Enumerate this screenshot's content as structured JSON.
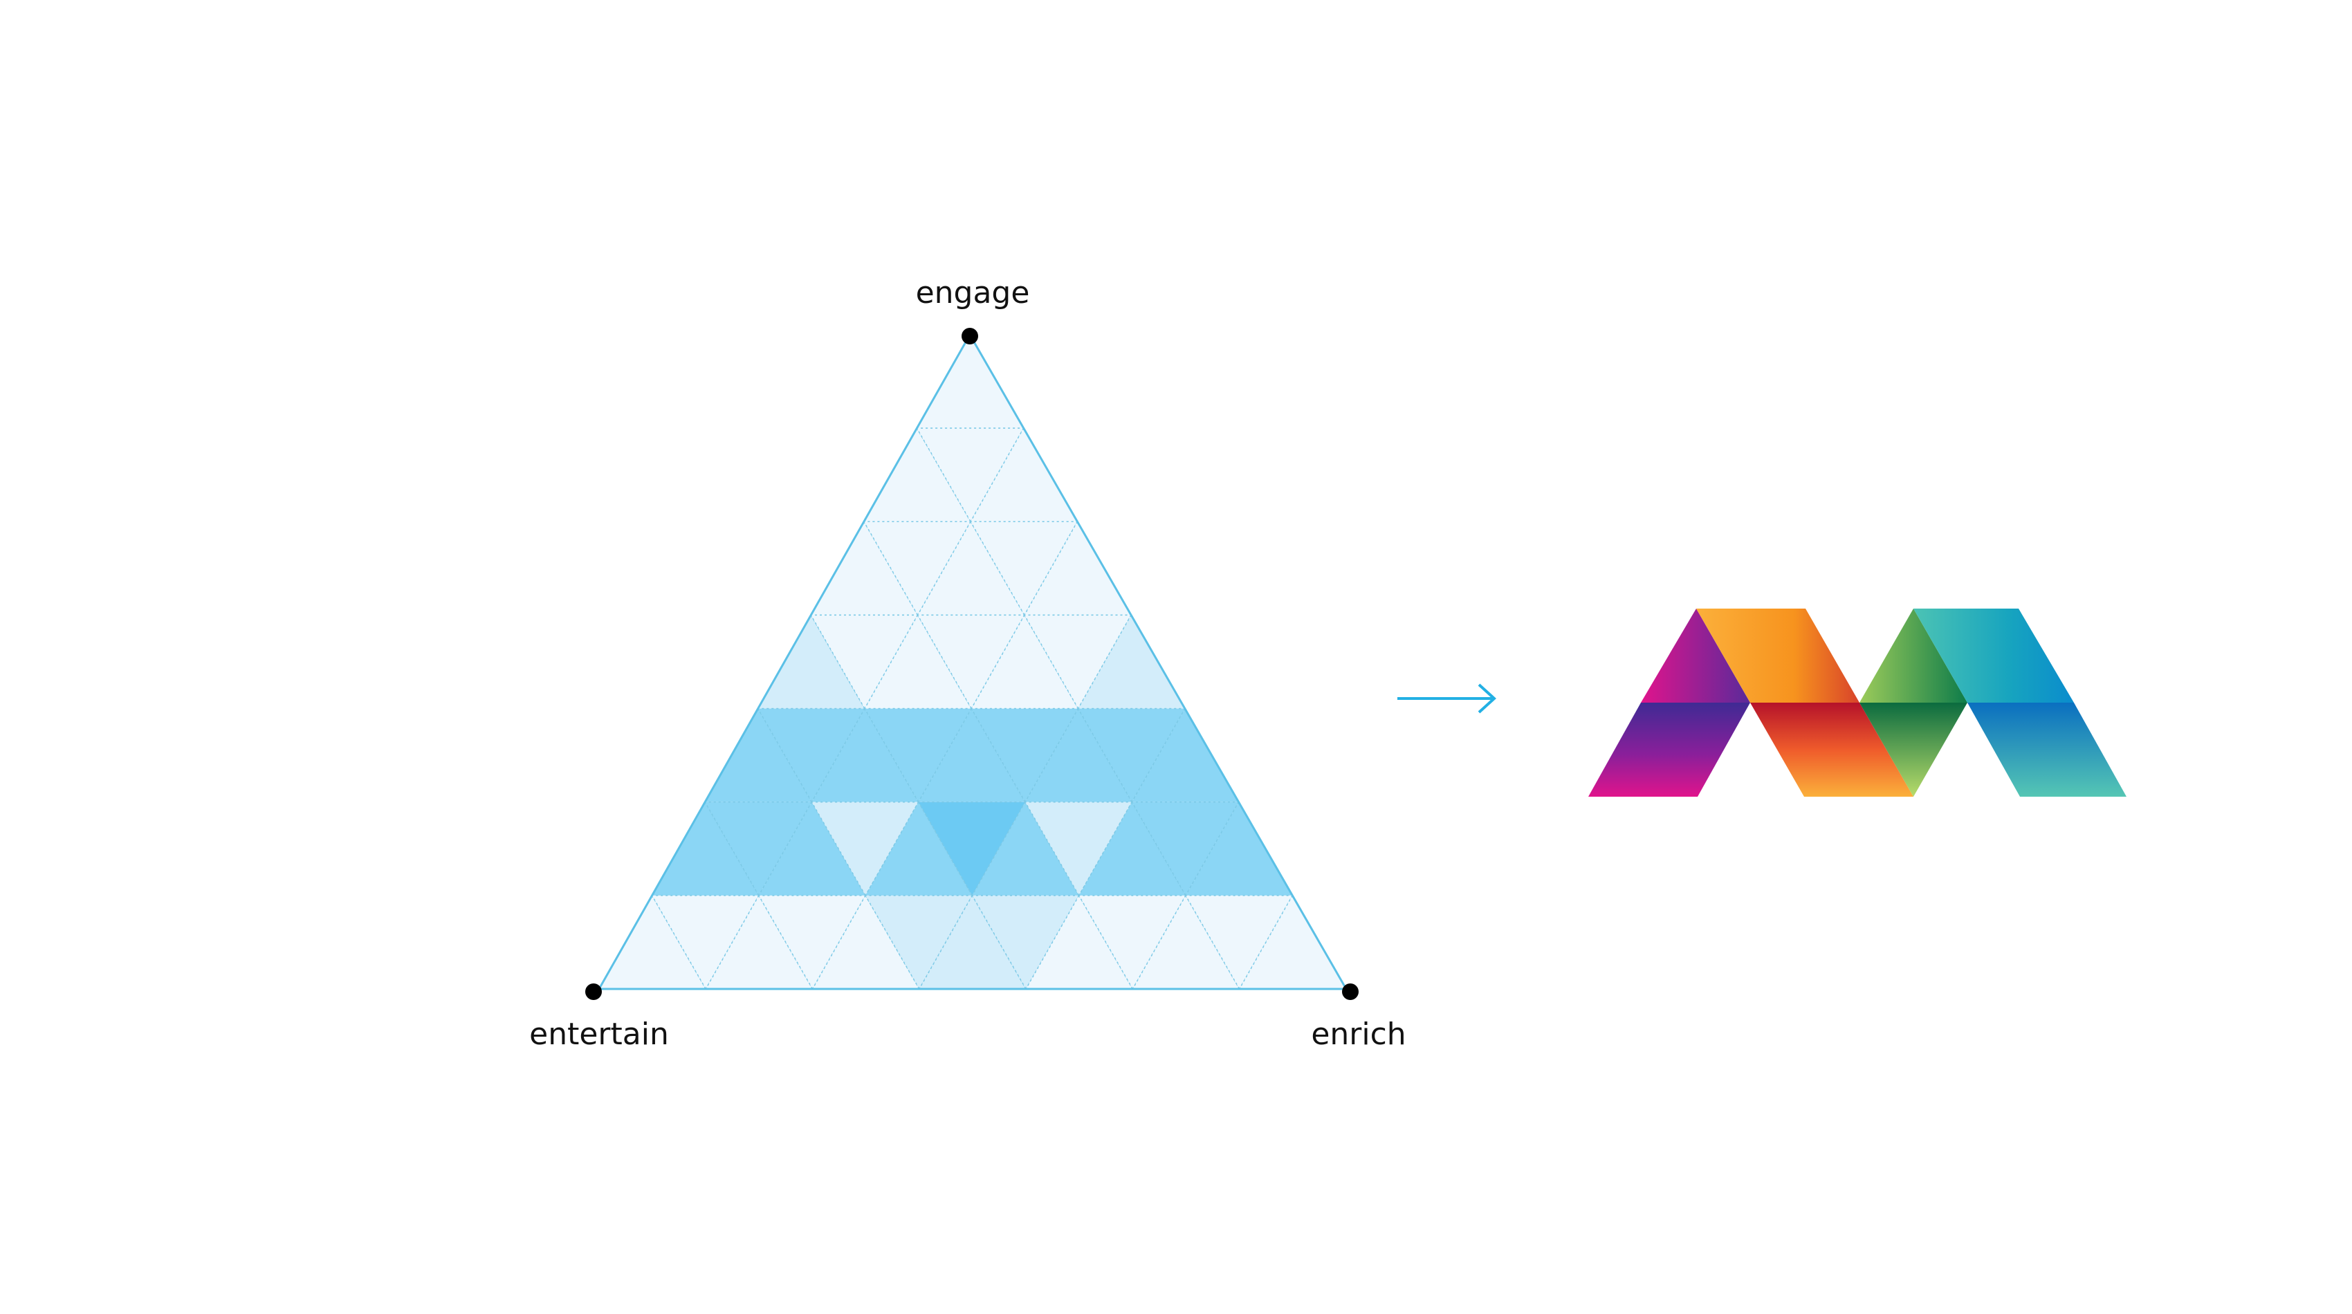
{
  "diagram": {
    "vertices": {
      "top": "engage",
      "left": "entertain",
      "right": "enrich"
    }
  },
  "colors": {
    "background": "#ffffff",
    "outline": "#5bc0e6",
    "grid_line": "#7cc9e6",
    "tint_light": "#eef7fd",
    "tint_mid": "#d3edfa",
    "tint_strong": "#8bd6f5",
    "tint_core": "#6ccaf3",
    "arrow": "#22b0e4",
    "dot": "#000000"
  },
  "logo": {
    "name": "logo-mark",
    "gradients": [
      "magenta-purple",
      "orange-red",
      "green-lime",
      "teal-blue"
    ]
  }
}
